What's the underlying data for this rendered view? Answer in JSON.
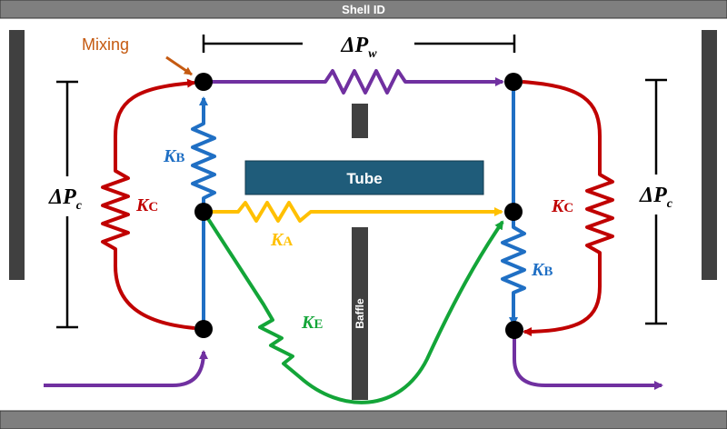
{
  "labels": {
    "shell_id": "Shell ID",
    "tube": "Tube",
    "baffle": "Baffle",
    "mixing": "Mixing"
  },
  "symbols": {
    "dp": "ΔP",
    "sub_w": "w",
    "sub_c": "c",
    "K": "K",
    "A": "A",
    "B": "B",
    "C": "C",
    "E": "E"
  },
  "colors": {
    "purple": "#7030a0",
    "blue": "#1f6fc4",
    "red": "#c00000",
    "yellow": "#ffc000",
    "green": "#13a538",
    "tube": "#1f5c7a",
    "shell": "#7f7f7f",
    "baffle": "#404040",
    "mixing": "#c55a11"
  }
}
